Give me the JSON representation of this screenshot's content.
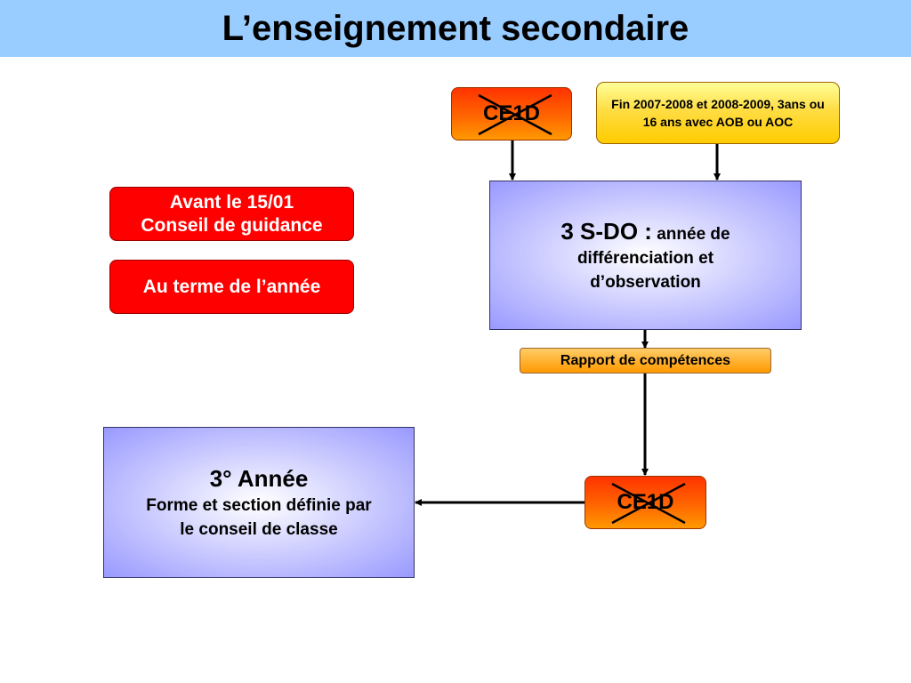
{
  "header": {
    "title": "L’enseignement secondaire"
  },
  "nodes": {
    "ce1d_top": {
      "label": "CE1D",
      "crossed": true
    },
    "fin_note": {
      "text": "Fin 2007-2008 et 2008-2009, 3ans ou 16 ans avec AOB ou AOC"
    },
    "avant": {
      "line1": "Avant le 15/01",
      "line2": "Conseil de guidance"
    },
    "terme": {
      "label": "Au terme de l’année"
    },
    "sdo": {
      "title": "3 S-DO :",
      "desc_1": " année de",
      "desc_2": "différenciation et",
      "desc_3": "d’observation"
    },
    "rapport": {
      "label": "Rapport de compétences"
    },
    "ce1d_bottom": {
      "label": "CE1D",
      "crossed": true
    },
    "annee3": {
      "title": "3° Année",
      "desc_1": "Forme et section définie par",
      "desc_2": "le conseil de classe"
    }
  },
  "colors": {
    "header_bg": "#99ccff",
    "red_box": "#ff0000",
    "orange_box": "#ff6600",
    "yellow_box": "#ffcc00",
    "lavender_box": "#9999ff",
    "arrow": "#000000"
  }
}
